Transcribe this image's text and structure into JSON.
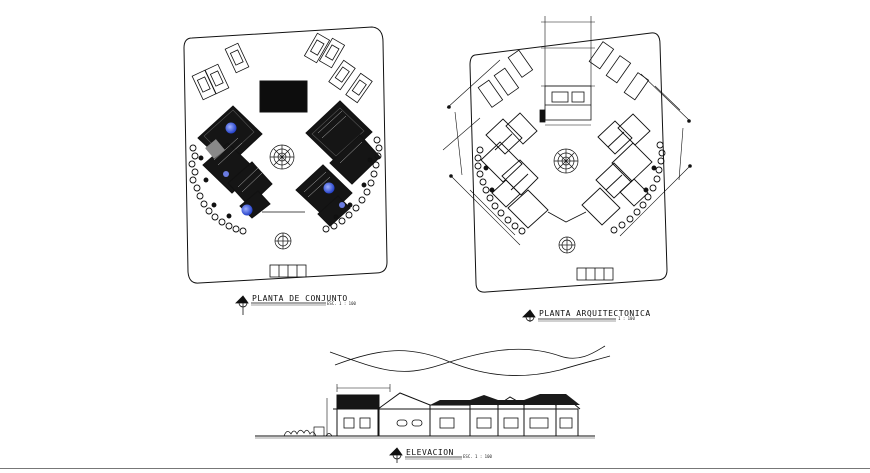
{
  "drawing": {
    "plan_one_title": "PLANTA DE CONJUNTO",
    "plan_two_title": "PLANTA ARQUITECTONICA",
    "elevation_title": "ELEVACION",
    "plan_one_scale": "ESC. 1 : 100",
    "plan_two_scale": "1 : 100",
    "elevation_scale": "ESC. 1 : 100"
  },
  "colors": {
    "line": "#111111",
    "fill_dark": "#0d0d0d",
    "accent_blue": "#3a54d6"
  }
}
